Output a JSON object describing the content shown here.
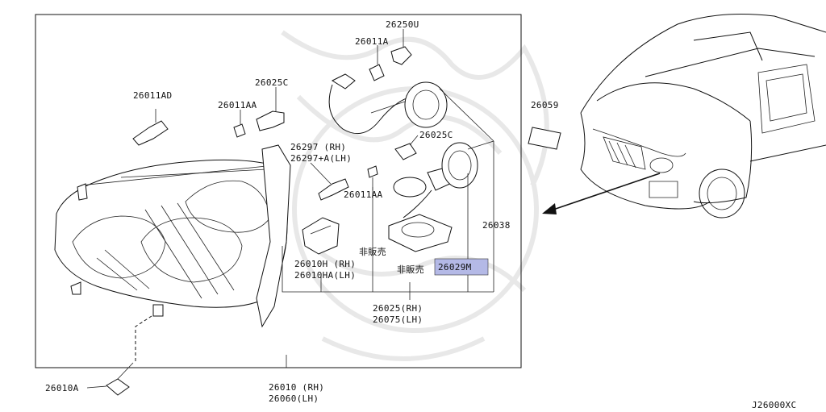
{
  "diagram": {
    "ref_code": "J26000XC",
    "not_for_sale": "非販売",
    "parts": [
      {
        "key": "p26250U",
        "text": "26250U"
      },
      {
        "key": "p26011A",
        "text": "26011A"
      },
      {
        "key": "p26025C_top",
        "text": "26025C"
      },
      {
        "key": "p26011AD",
        "text": "26011AD"
      },
      {
        "key": "p26011AA_top",
        "text": "26011AA"
      },
      {
        "key": "p26025C_mid",
        "text": "26025C"
      },
      {
        "key": "p26297_rh",
        "text": "26297 (RH)"
      },
      {
        "key": "p26297_lh",
        "text": "26297+A(LH)"
      },
      {
        "key": "p26011AA_mid",
        "text": "26011AA"
      },
      {
        "key": "p26038",
        "text": "26038"
      },
      {
        "key": "p26059",
        "text": "26059"
      },
      {
        "key": "p26010H_rh",
        "text": "26010H (RH)"
      },
      {
        "key": "p26010HA_lh",
        "text": "26010HA(LH)"
      },
      {
        "key": "p26029M",
        "text": "26029M"
      },
      {
        "key": "p26025_rh",
        "text": "26025(RH)"
      },
      {
        "key": "p26075_lh",
        "text": "26075(LH)"
      },
      {
        "key": "p26010A",
        "text": "26010A"
      },
      {
        "key": "p26010_rh",
        "text": "26010 (RH)"
      },
      {
        "key": "p26060_lh",
        "text": "26060(LH)"
      }
    ]
  },
  "colors": {
    "highlight": "#b4b9e6",
    "ink": "#111111",
    "watermark": "#e6e6e6"
  }
}
